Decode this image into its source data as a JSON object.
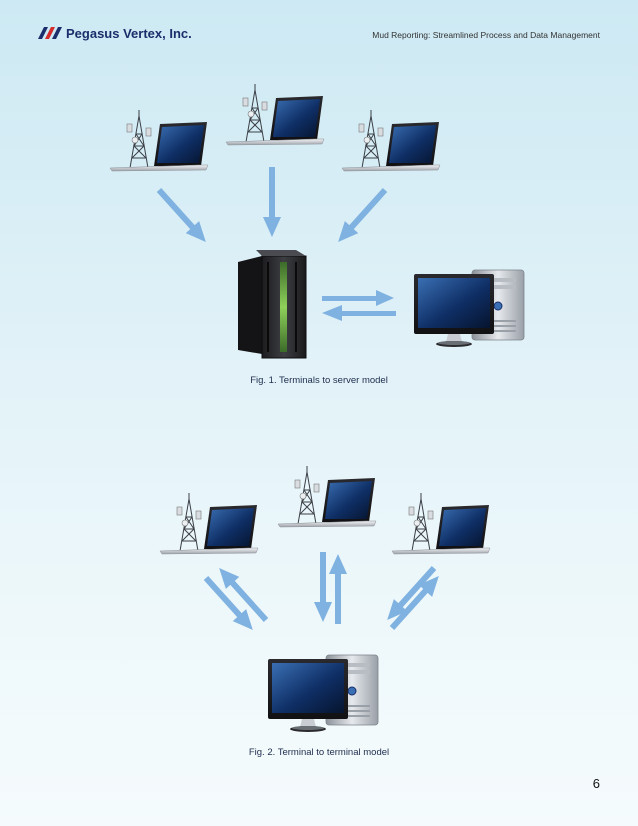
{
  "header": {
    "company": "Pegasus Vertex, Inc.",
    "title": "Mud Reporting: Streamlined Process and Data Management"
  },
  "figures": [
    {
      "caption": "Fig. 1. Terminals to server model"
    },
    {
      "caption": "Fig. 2. Terminal to terminal model"
    }
  ],
  "page_number": "6",
  "colors": {
    "brand": "#1a2e6b",
    "accent_red": "#d52b2b",
    "arrow": "#7fb2e0"
  },
  "icons": [
    "laptop-tower-icon",
    "server-rack-icon",
    "desktop-computer-icon",
    "arrow-icon"
  ]
}
